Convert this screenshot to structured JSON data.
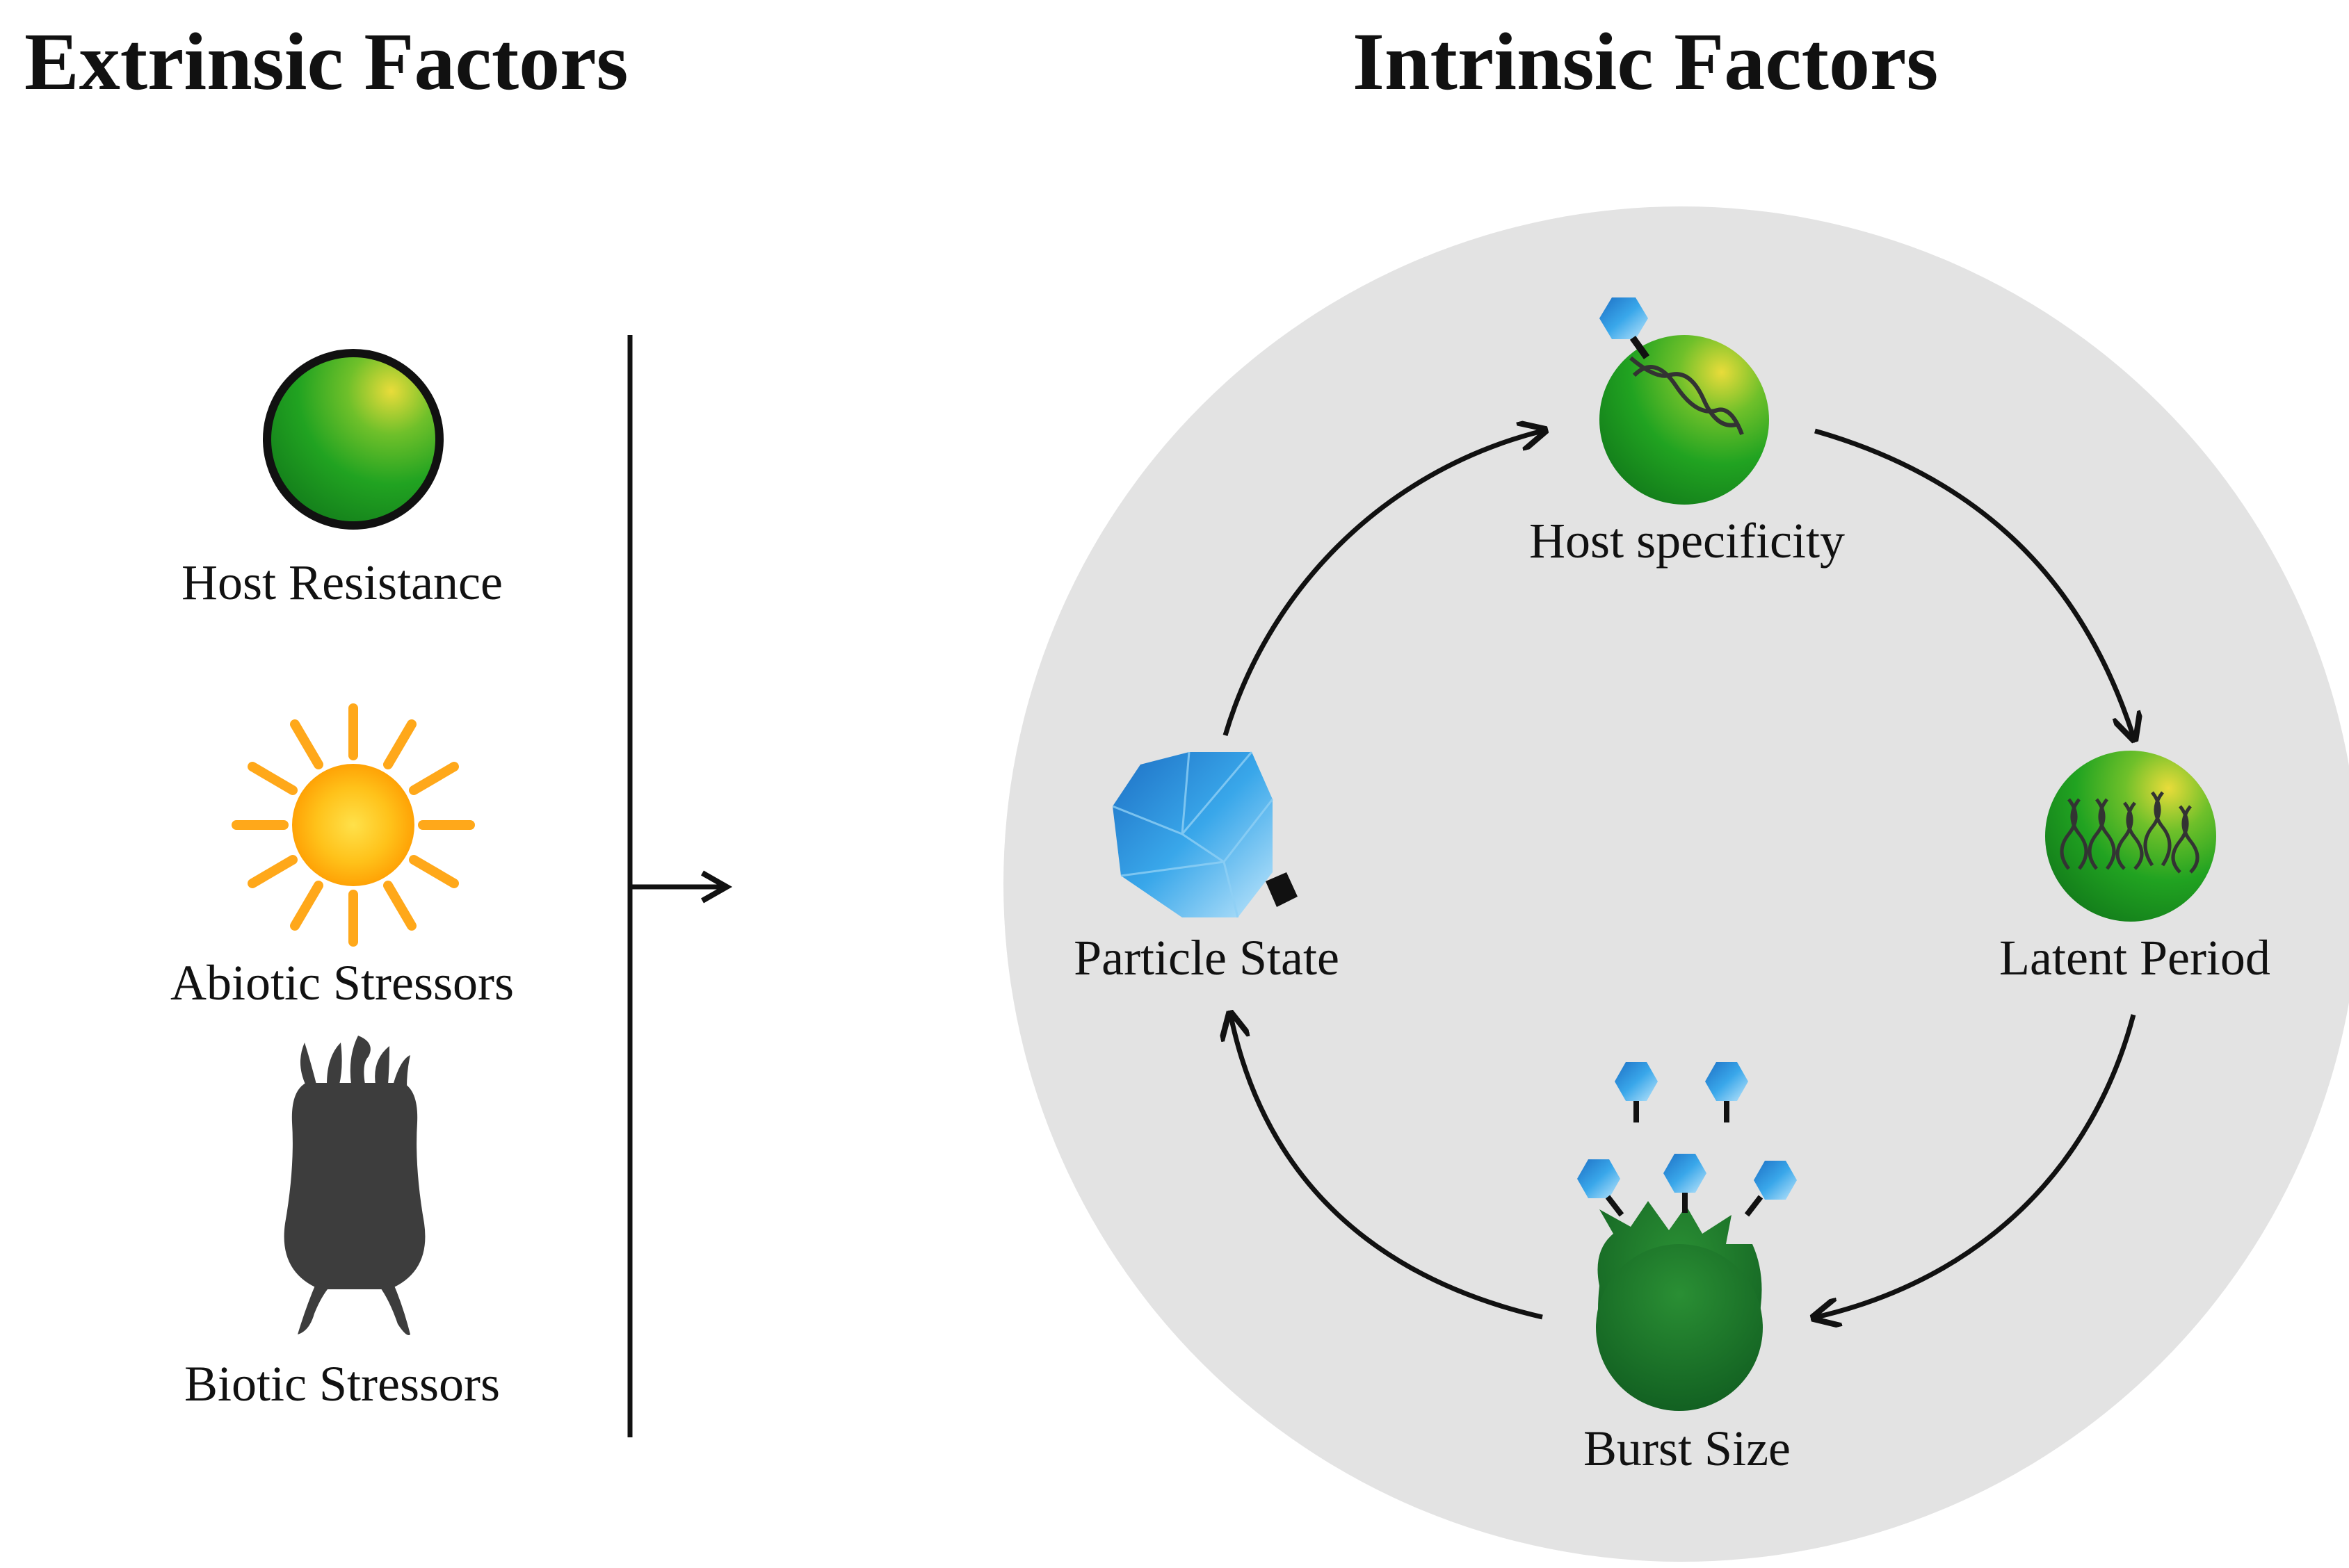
{
  "extrinsic": {
    "heading": "Extrinsic Factors",
    "items": [
      {
        "label": "Host Resistance",
        "icon": "host-cell-icon"
      },
      {
        "label": "Abiotic Stressors",
        "icon": "sun-icon"
      },
      {
        "label": "Biotic Stressors",
        "icon": "predator-organism-icon"
      }
    ]
  },
  "intrinsic": {
    "heading": "Intrinsic Factors",
    "cycle": [
      {
        "label": "Host specificity",
        "icon": "phage-infecting-cell-icon"
      },
      {
        "label": "Latent Period",
        "icon": "replicating-dna-cell-icon"
      },
      {
        "label": "Burst Size",
        "icon": "bursting-cell-icon"
      },
      {
        "label": "Particle State",
        "icon": "phage-capsid-icon"
      }
    ]
  },
  "colors": {
    "cell_green": "#1f9a1f",
    "cell_highlight": "#e6d42a",
    "sun_orange": "#ffa500",
    "phage_blue": "#2a8fd6",
    "circle_bg": "#e3e3e3",
    "predator_gray": "#3d3d3d"
  }
}
